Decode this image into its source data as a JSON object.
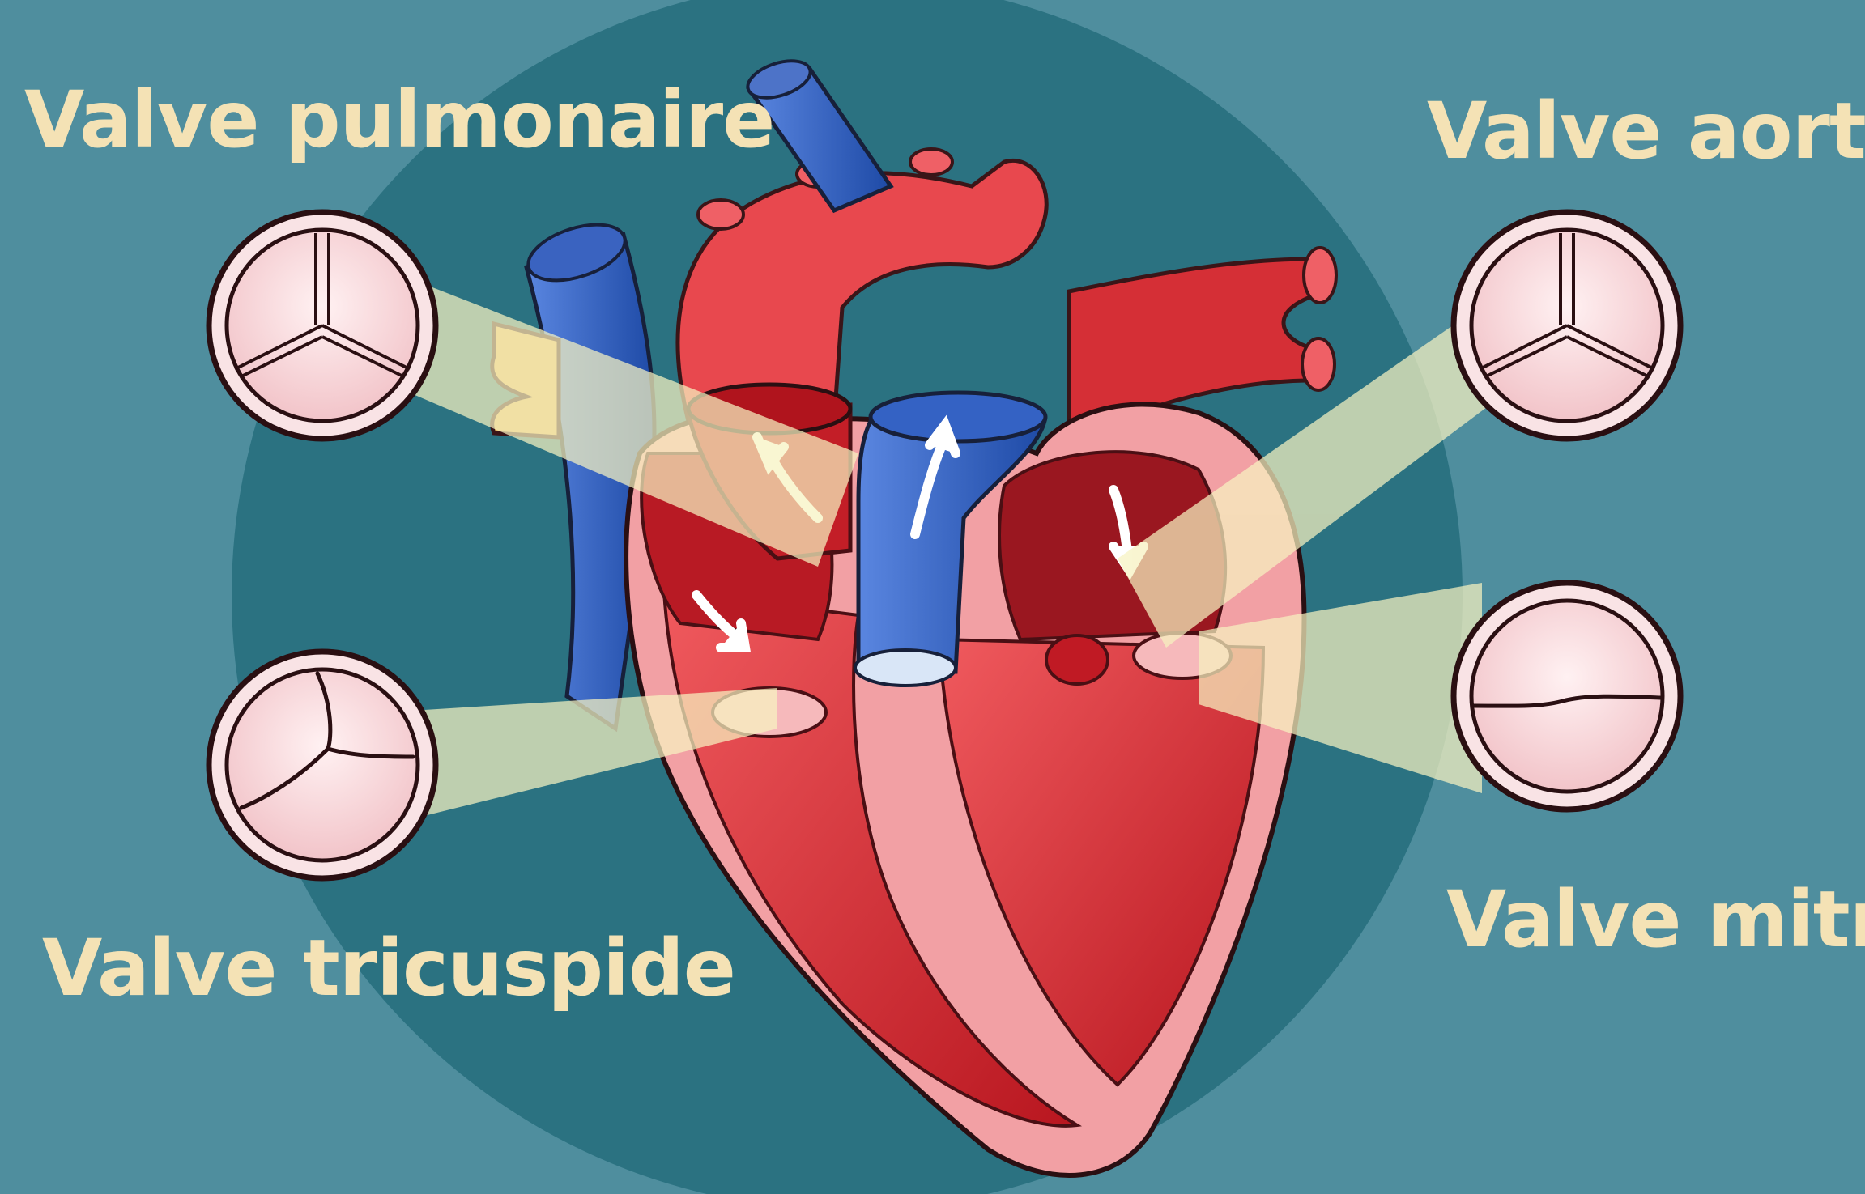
{
  "labels": {
    "pulmonary_valve": "Valve pulmonaire",
    "aortic_valve": "Valve aortique",
    "tricuspid_valve": "Valve tricuspide",
    "mitral_valve": "Valve mitrale"
  },
  "colors": {
    "background": "#4f8e9e",
    "circle": "#2b7281",
    "label_text": "#f4e2b5",
    "beam": "#f7f2c0",
    "heart_red": "#e0353b",
    "heart_dark_red": "#a3131c",
    "heart_pink": "#f3a6a8",
    "vein_blue": "#2f5fbf",
    "valve_pink": "#f7d9dc"
  }
}
